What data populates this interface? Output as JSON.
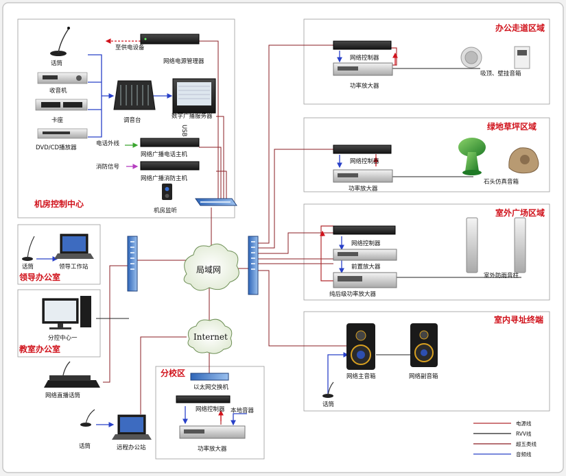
{
  "zones": {
    "machine_room": "机房控制中心",
    "leader_office": "领导办公室",
    "teacher_office": "教室办公室",
    "branch": "分校区",
    "office_corridor": "办公走道区域",
    "lawn": "绿地草坪区域",
    "outdoor_square": "室外广场区域",
    "indoor": "室内寻址终端"
  },
  "machine_room": {
    "mic": "话筒",
    "radio": "收音机",
    "cassette": "卡座",
    "dvd": "DVD/CD播放器",
    "mixer": "调音台",
    "power_manager": "网络电源管理器",
    "power_out": "至供电设备",
    "server": "数字广播服务器",
    "usb": "USB",
    "phone_line": "电话外线",
    "phone_host": "网络广播电话主机",
    "fire_signal": "消防信号",
    "fire_host": "网络广播消防主机",
    "monitor": "机房监听"
  },
  "leader_office": {
    "mic": "话筒",
    "station": "领导工作站"
  },
  "teacher_office": {
    "center": "分控中心一",
    "paging_mic": "网络直播话筒"
  },
  "clouds": {
    "lan": "局域网",
    "internet": "Internet"
  },
  "branch": {
    "switch": "以太网交换机",
    "controller": "网络控制器",
    "local_speaker": "本地音器",
    "amp": "功率放大器",
    "mic": "话筒",
    "remote_station": "远程办公站"
  },
  "office_corridor": {
    "controller": "网络控制器",
    "amp": "功率放大器",
    "speakers": "吸顶、壁挂音箱"
  },
  "lawn": {
    "controller": "网络控制器",
    "amp": "功率放大器",
    "speakers": "石头仿真音箱"
  },
  "outdoor_square": {
    "controller": "网络控制器",
    "preamp": "前置放大器",
    "power_amp": "纯后级功率放大器",
    "speakers": "室外防雨音柱"
  },
  "indoor": {
    "main_speaker": "网络主音箱",
    "sub_speaker": "网络副音箱",
    "mic": "话筒"
  },
  "legend": [
    {
      "label": "电源线",
      "color": "#b0282c"
    },
    {
      "label": "RVV线",
      "color": "#222222"
    },
    {
      "label": "超五类线",
      "color": "#8a1b22"
    },
    {
      "label": "音频线",
      "color": "#2840c8"
    }
  ]
}
